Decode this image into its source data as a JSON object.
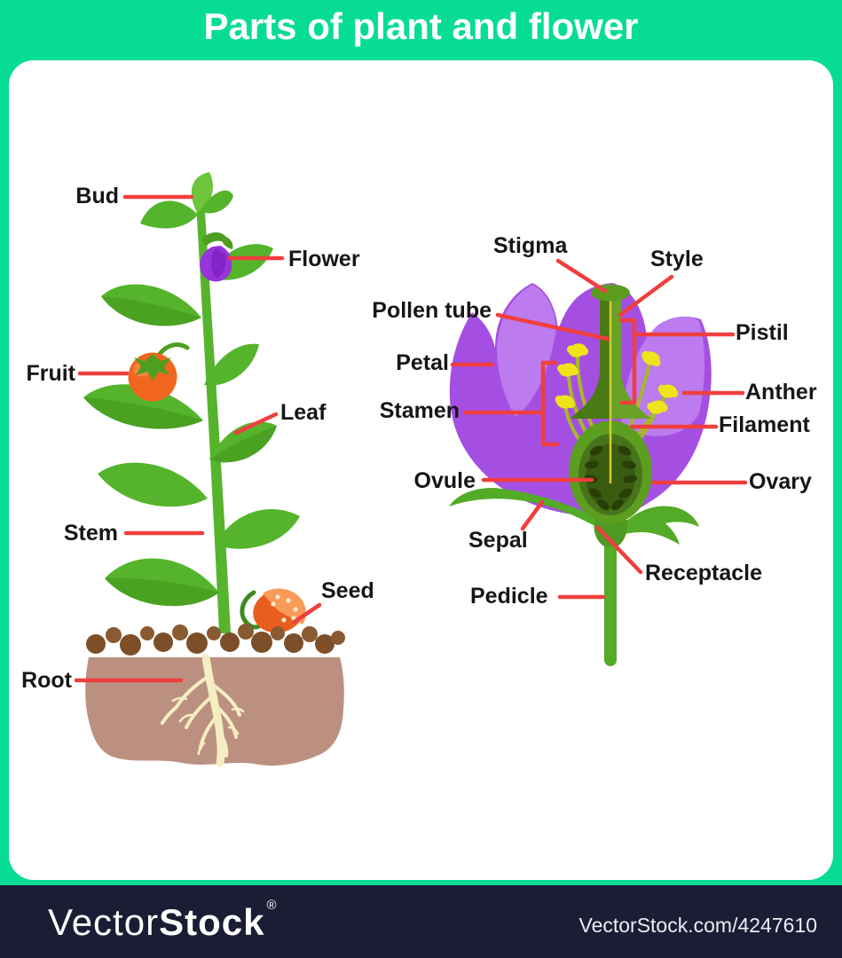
{
  "header": {
    "title": "Parts of plant and flower"
  },
  "plant": {
    "labels": {
      "bud": "Bud",
      "flower": "Flower",
      "fruit": "Fruit",
      "leaf": "Leaf",
      "stem": "Stem",
      "seed": "Seed",
      "root": "Root"
    }
  },
  "flower": {
    "labels": {
      "stigma": "Stigma",
      "style": "Style",
      "pollen_tube": "Pollen tube",
      "pistil": "Pistil",
      "petal": "Petal",
      "anther": "Anther",
      "stamen": "Stamen",
      "filament": "Filament",
      "ovule": "Ovule",
      "ovary": "Ovary",
      "sepal": "Sepal",
      "receptacle": "Receptacle",
      "pedicle": "Pedicle"
    }
  },
  "footer": {
    "brand_light": "Vector",
    "brand_bold": "Stock",
    "registered_mark": "®",
    "attribution": "VectorStock.com/4247610"
  },
  "colors": {
    "frame_green": "#06dc95",
    "leader_red": "#f03e3e",
    "label_text": "#161616",
    "footer_navy": "#1a1d33",
    "leaf_green": "#55b42c",
    "petal_purple": "#a54fe2",
    "petal_light_purple": "#bc7bee",
    "pistil_dark_green": "#4a7a14",
    "anther_yellow": "#efe419",
    "fruit_orange": "#f1661e",
    "soil_brown": "#bc9080",
    "pebble_brown": "#7c4f29",
    "root_cream": "#f5eec2"
  }
}
